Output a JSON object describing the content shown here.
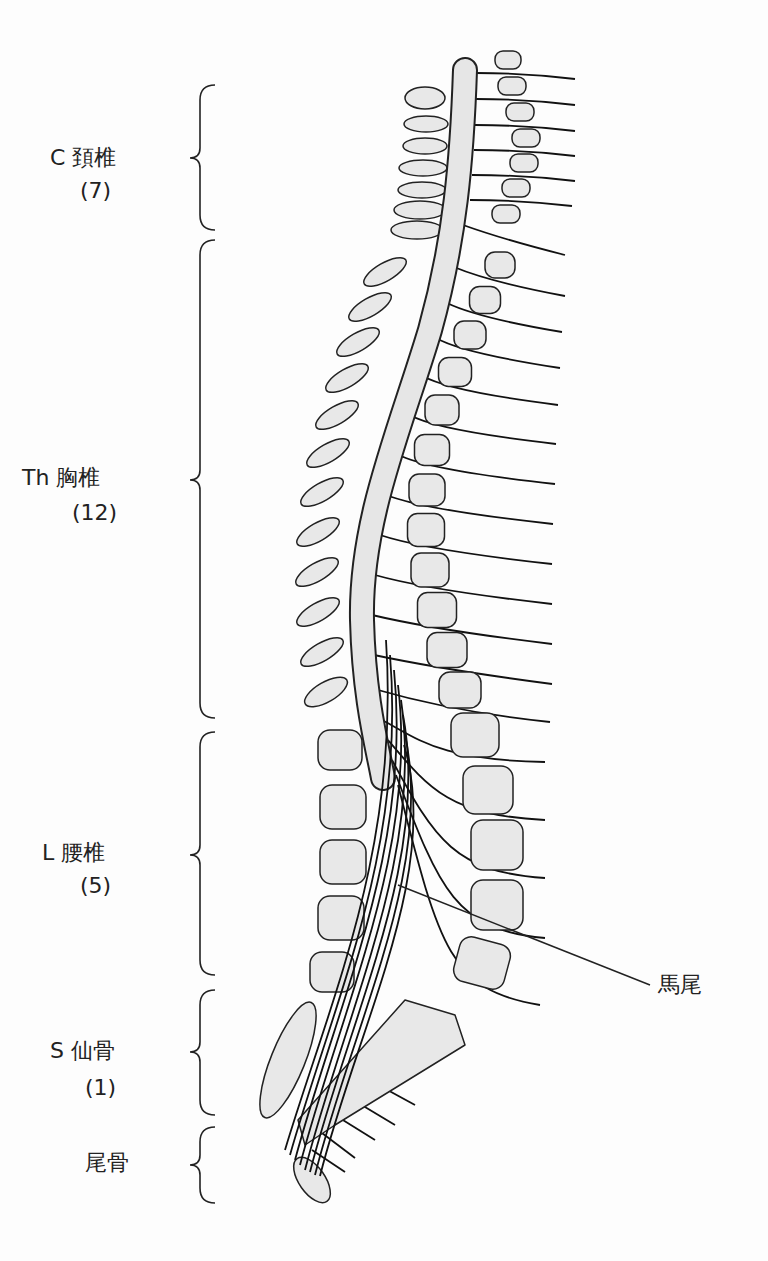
{
  "diagram": {
    "labels": [
      "C 頚椎",
      "(7)",
      "Th 胸椎",
      "(12)",
      "L 腰椎",
      "(5)",
      "S 仙骨",
      "(1)",
      "尾骨",
      "馬尾"
    ]
  }
}
